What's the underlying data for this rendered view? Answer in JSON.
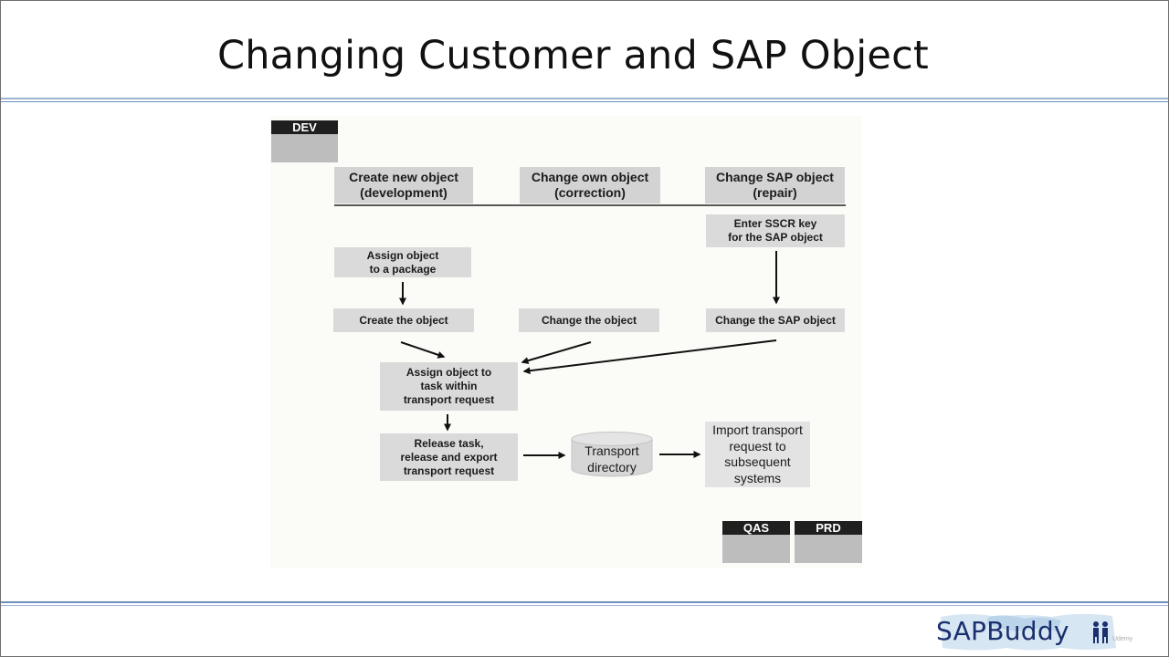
{
  "slide": {
    "title": "Changing Customer and SAP Object"
  },
  "diagram": {
    "dev_label": "DEV",
    "headers": [
      {
        "line1": "Create new object",
        "line2": "(development)"
      },
      {
        "line1": "Change own object",
        "line2": "(correction)"
      },
      {
        "line1": "Change SAP object",
        "line2": "(repair)"
      }
    ],
    "steps": {
      "enter_sscr": {
        "line1": "Enter SSCR key",
        "line2": "for the SAP object"
      },
      "assign_package": {
        "line1": "Assign object",
        "line2": "to a package"
      },
      "create_object": "Create the object",
      "change_object": "Change the object",
      "change_sap_object": "Change the SAP object",
      "assign_task": {
        "line1": "Assign object to",
        "line2": "task within",
        "line3": "transport request"
      },
      "release": {
        "line1": "Release task,",
        "line2": "release and export",
        "line3": "transport request"
      },
      "transport_dir": {
        "line1": "Transport",
        "line2": "directory"
      },
      "import": {
        "line1": "Import transport",
        "line2": "request to",
        "line3": "subsequent",
        "line4": "systems"
      }
    },
    "systems": [
      "QAS",
      "PRD"
    ],
    "colors": {
      "box": "#dadada",
      "system_bar": "#1f1f1f",
      "system_body": "#bdbdbd",
      "rule": "#6f8fbe"
    }
  },
  "footer": {
    "logo_text": "SAPBuddy",
    "watermark": "Udemy"
  }
}
